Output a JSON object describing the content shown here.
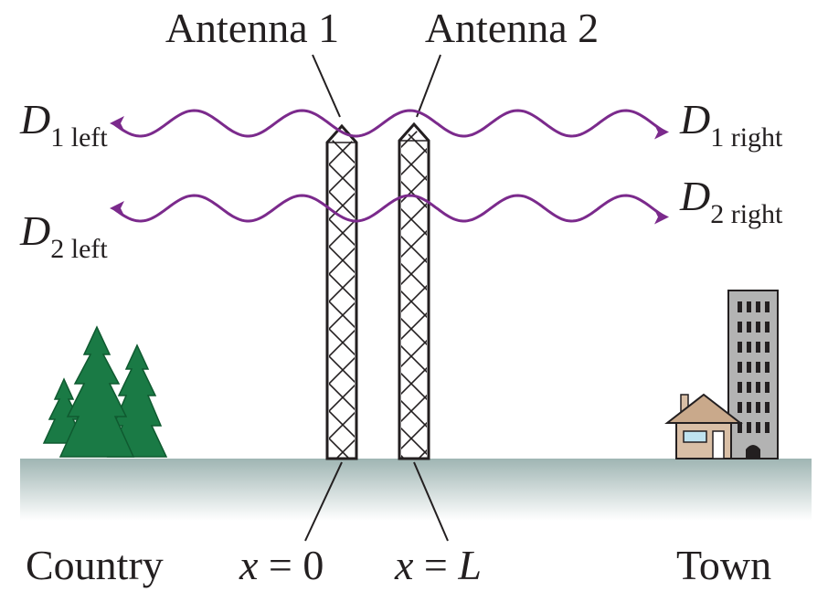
{
  "labels": {
    "antenna1": "Antenna 1",
    "antenna2": "Antenna 2",
    "d1_left": {
      "main": "D",
      "sub": "1 left"
    },
    "d2_left": {
      "main": "D",
      "sub": "2 left"
    },
    "d1_right": {
      "main": "D",
      "sub": "1 right"
    },
    "d2_right": {
      "main": "D",
      "sub": "2 right"
    },
    "country": "Country",
    "town": "Town",
    "x0": {
      "var": "x",
      "rest": " = 0"
    },
    "xL": {
      "var": "x",
      "rest": " = ",
      "val": "L"
    }
  },
  "colors": {
    "wave": "#7b2a8c",
    "ground_top": "#9fb5b3",
    "ground_bottom": "#ffffff",
    "tree": "#1a7a45",
    "tree_dark": "#0f5a30",
    "building": "#b3b3b3",
    "house": "#d9bfa6",
    "roof": "#c9a98b",
    "ink": "#231f20"
  }
}
